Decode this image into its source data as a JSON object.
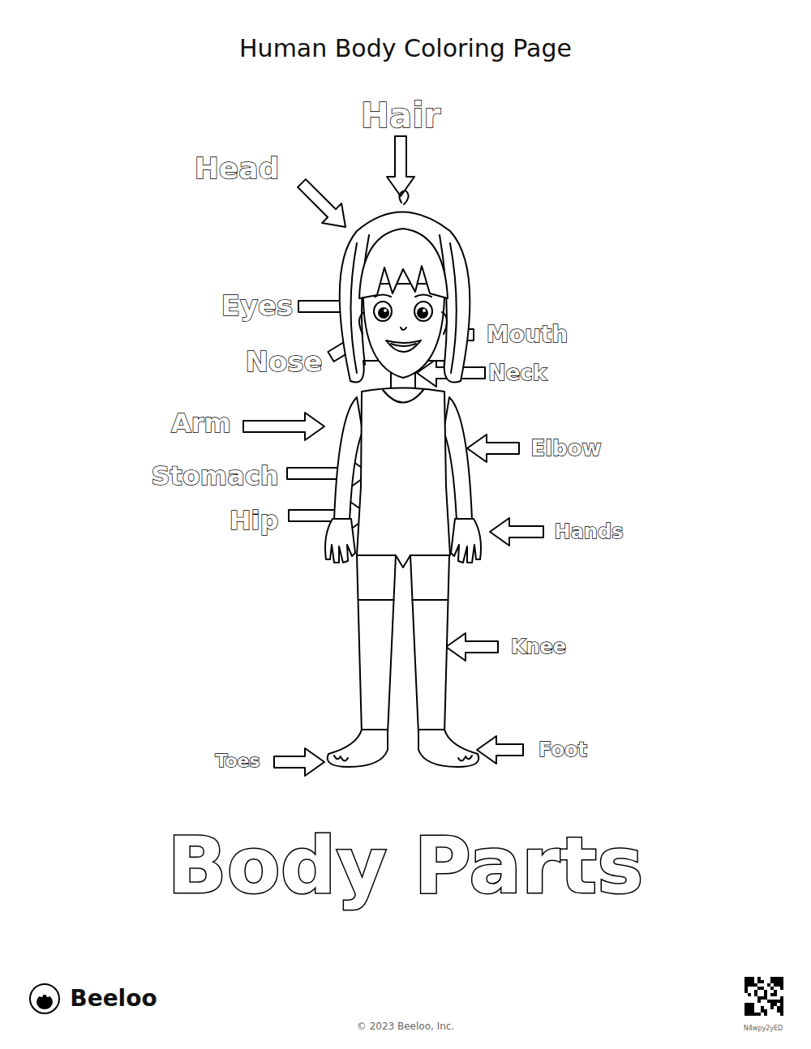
{
  "diagram": {
    "title": "Human Body Coloring Page",
    "caption": "Body Parts",
    "labels": [
      "Hair",
      "Head",
      "Eyes",
      "Nose",
      "Mouth",
      "Neck",
      "Arm",
      "Elbow",
      "Stomach",
      "Hip",
      "Hands",
      "Knee",
      "Toes",
      "Foot",
      "Beeloo",
      "© 2023 Beeloo, Inc.",
      "N4wpy2yED"
    ]
  }
}
